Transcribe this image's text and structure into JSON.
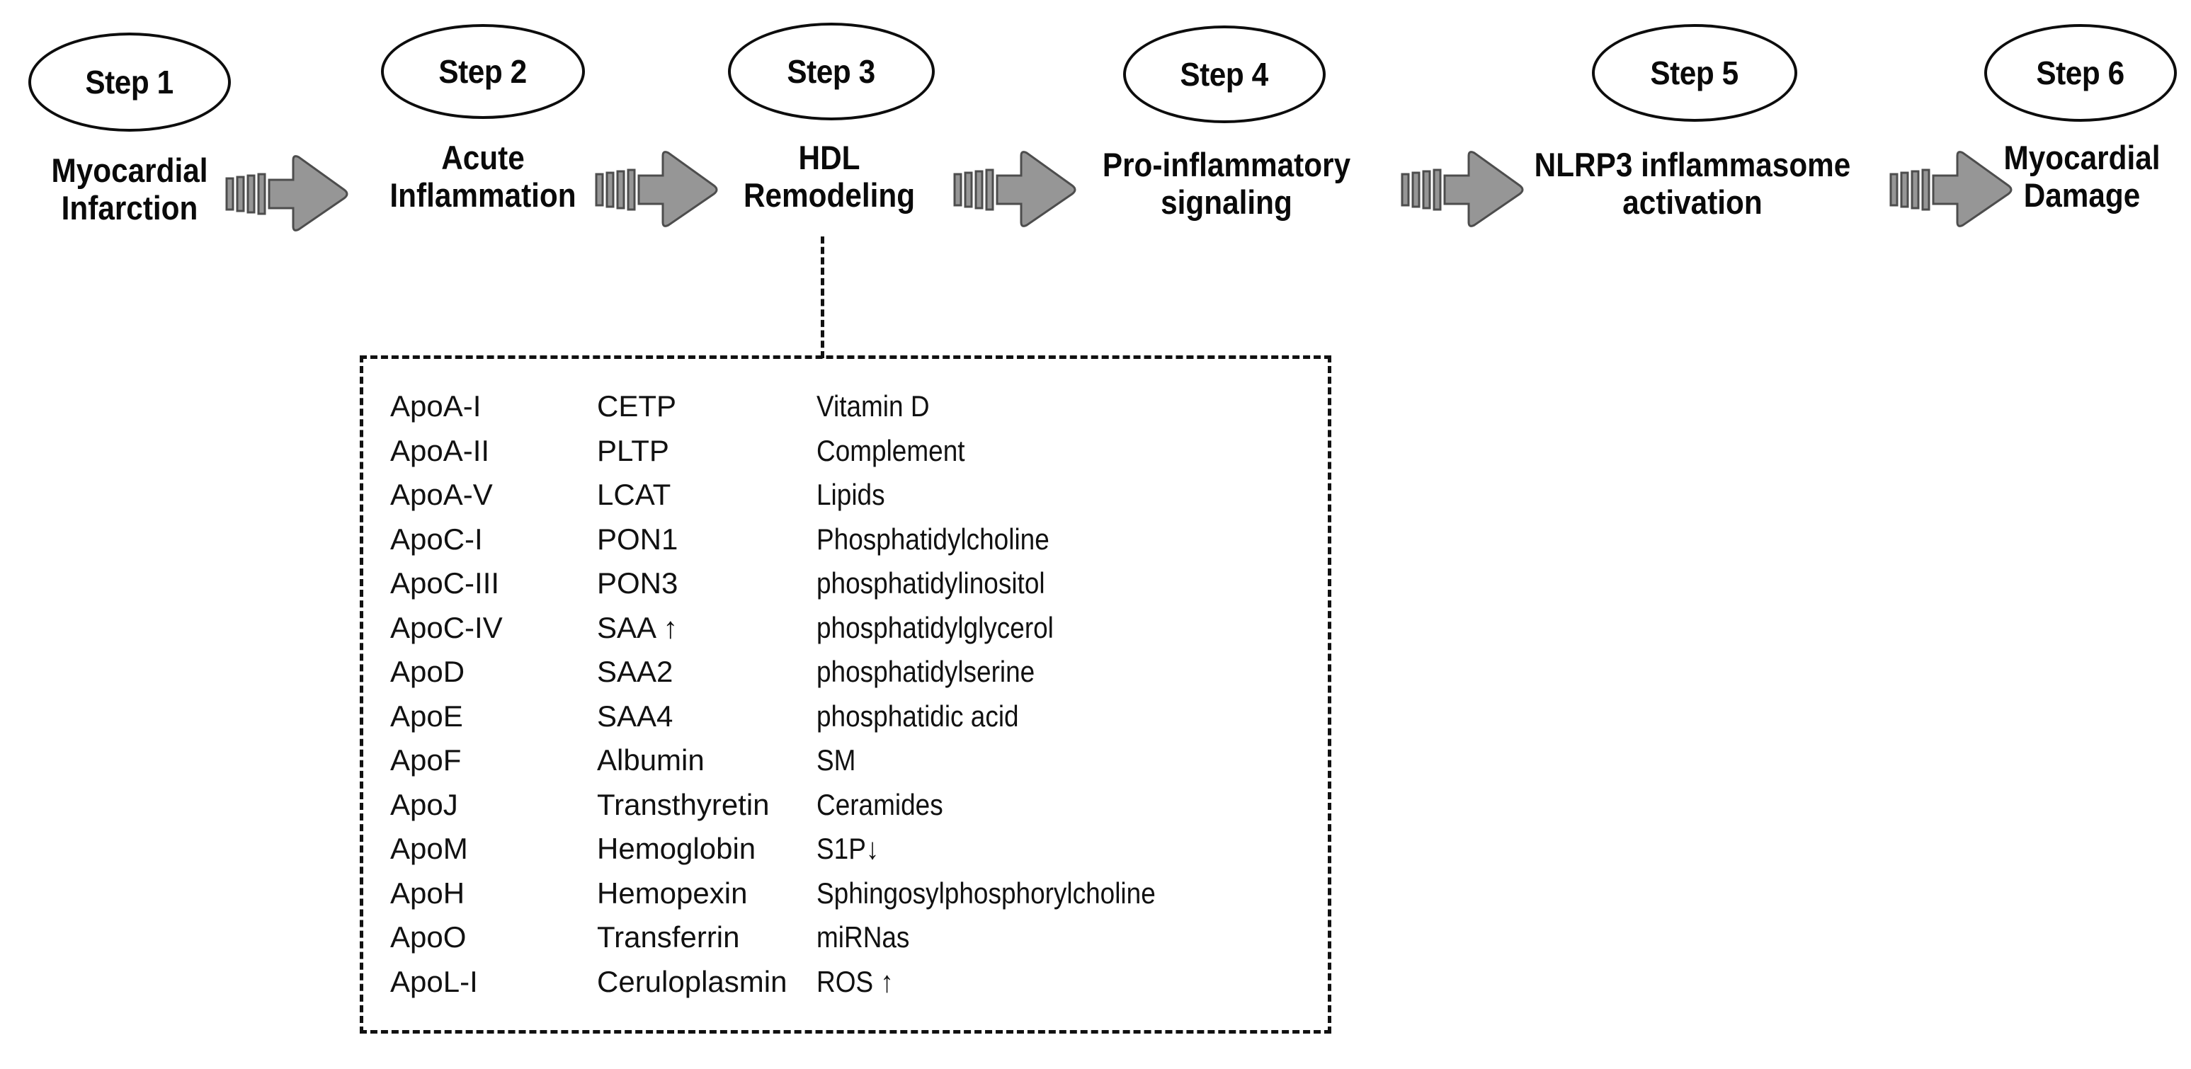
{
  "diagram": {
    "title_absent": true,
    "arrow_color": "#969696",
    "arrow_stroke": "#4d4d4d",
    "line_color": "#111111",
    "text_color": "#0a0a0a"
  },
  "steps": [
    {
      "id": "step-1",
      "badge": "Step 1",
      "caption": "Myocardial\nInfarction"
    },
    {
      "id": "step-2",
      "badge": "Step 2",
      "caption": "Acute\nInflammation"
    },
    {
      "id": "step-3",
      "badge": "Step 3",
      "caption": "HDL\nRemodeling"
    },
    {
      "id": "step-4",
      "badge": "Step 4",
      "caption": "Pro-inflammatory\nsignaling"
    },
    {
      "id": "step-5",
      "badge": "Step 5",
      "caption": "NLRP3 inflammasome\nactivation"
    },
    {
      "id": "step-6",
      "badge": "Step 6",
      "caption": "Myocardial\nDamage"
    }
  ],
  "arrows": [
    {
      "id": "arrow-1-2",
      "name": "flow-arrow"
    },
    {
      "id": "arrow-2-3",
      "name": "flow-arrow"
    },
    {
      "id": "arrow-3-4",
      "name": "flow-arrow"
    },
    {
      "id": "arrow-4-5",
      "name": "flow-arrow"
    },
    {
      "id": "arrow-5-6",
      "name": "flow-arrow"
    }
  ],
  "hdl_cargo_box": {
    "source_step": "Step 3",
    "columns": [
      {
        "key": "apolipoproteins",
        "items": [
          "ApoA-I",
          "ApoA-II",
          "ApoA-V",
          "ApoC-I",
          "ApoC-III",
          "ApoC-IV",
          "ApoD",
          "ApoE",
          "ApoF",
          "ApoJ",
          "ApoM",
          "ApoH",
          "ApoO",
          "ApoL-I"
        ]
      },
      {
        "key": "enzymes_and_proteins",
        "items": [
          "CETP",
          "PLTP",
          "LCAT",
          "PON1",
          "PON3",
          "SAA ↑",
          "SAA2",
          "SAA4",
          "Albumin",
          "Transthyretin",
          "Hemoglobin",
          "Hemopexin",
          "Transferrin",
          "Ceruloplasmin"
        ]
      },
      {
        "key": "lipids_and_other",
        "items": [
          "Vitamin D",
          "Complement",
          "Lipids",
          "Phosphatidylcholine",
          "phosphatidylinositol",
          "phosphatidylglycerol",
          "phosphatidylserine",
          "phosphatidic acid",
          "SM",
          "Ceramides",
          "S1P↓",
          "Sphingosylphosphorylcholine",
          "miRNas",
          "ROS ↑"
        ]
      }
    ]
  }
}
